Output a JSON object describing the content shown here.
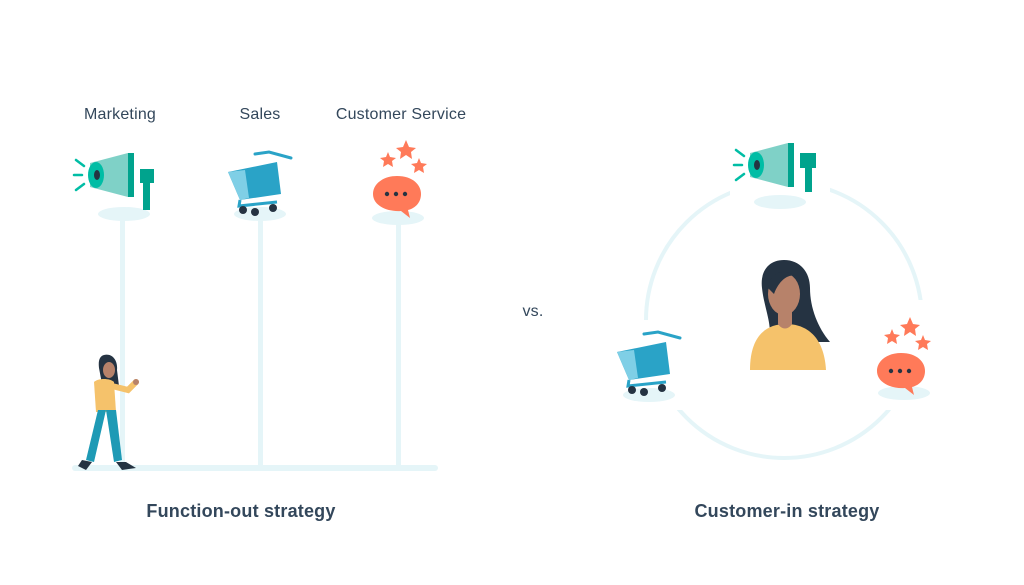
{
  "left_panel": {
    "function_labels": [
      "Marketing",
      "Sales",
      "Customer Service"
    ],
    "caption": "Function-out strategy"
  },
  "divider_text": "vs.",
  "right_panel": {
    "caption": "Customer-in strategy"
  },
  "colors": {
    "text": "#33475b",
    "line": "#e5f5f8",
    "teal": "#00bda5",
    "teal_light": "#7fd1c7",
    "cart_blue": "#2aa3c7",
    "cart_light": "#7fcfe6",
    "chat_orange": "#ff7a59",
    "person_shirt": "#f5c26b",
    "person_skin": "#b7826a",
    "person_hair": "#253342",
    "person_pants": "#1e9ab5"
  },
  "icons": [
    "megaphone-icon",
    "shopping-cart-icon",
    "chat-bubble-stars-icon",
    "woman-walking-figure",
    "woman-portrait-figure"
  ]
}
